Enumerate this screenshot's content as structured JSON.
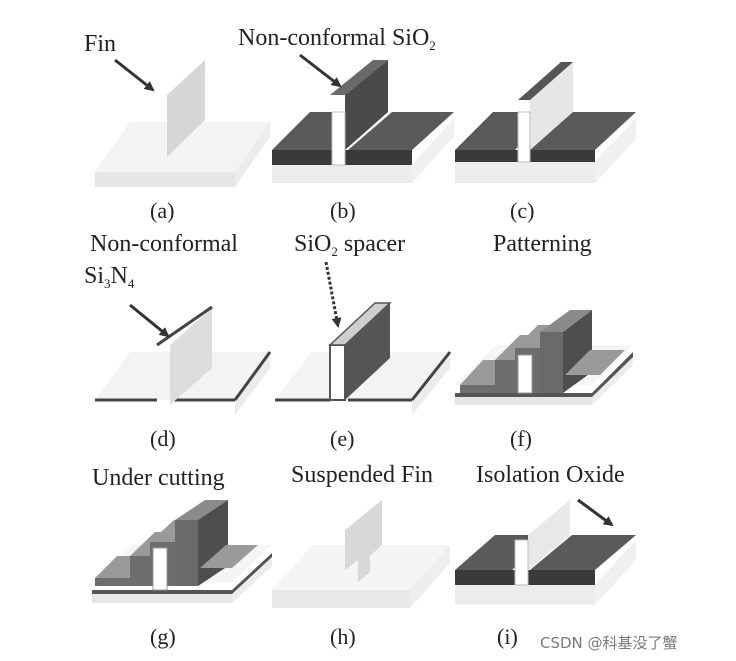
{
  "labels": {
    "fin": "Fin",
    "non_conformal_sio2_main": "Non-conformal SiO",
    "non_conformal_sio2_sub": "2",
    "non_conformal": "Non-conformal",
    "si3n4_a": "Si",
    "si3n4_b": "3",
    "si3n4_c": "N",
    "si3n4_d": "4",
    "sio2_spacer_a": "SiO",
    "sio2_spacer_b": "2",
    "sio2_spacer_c": " spacer",
    "patterning": "Patterning",
    "under_cutting": "Under cutting",
    "suspended_fin": "Suspended Fin",
    "isolation_oxide": "Isolation Oxide"
  },
  "captions": [
    "(a)",
    "(b)",
    "(c)",
    "(d)",
    "(e)",
    "(f)",
    "(g)",
    "(h)",
    "(i)"
  ],
  "watermark": "CSDN @科基没了蟹",
  "colors": {
    "oxide_top": "#5a5a5a",
    "oxide_front": "#3a3a3a",
    "substrate_top": "#f0f0f0",
    "substrate_front": "#e2e2e2",
    "fin": "#d6d6d6",
    "pattern_top": "#9a9a9a",
    "pattern_front": "#6e6e6e",
    "nitride": "#444444"
  }
}
